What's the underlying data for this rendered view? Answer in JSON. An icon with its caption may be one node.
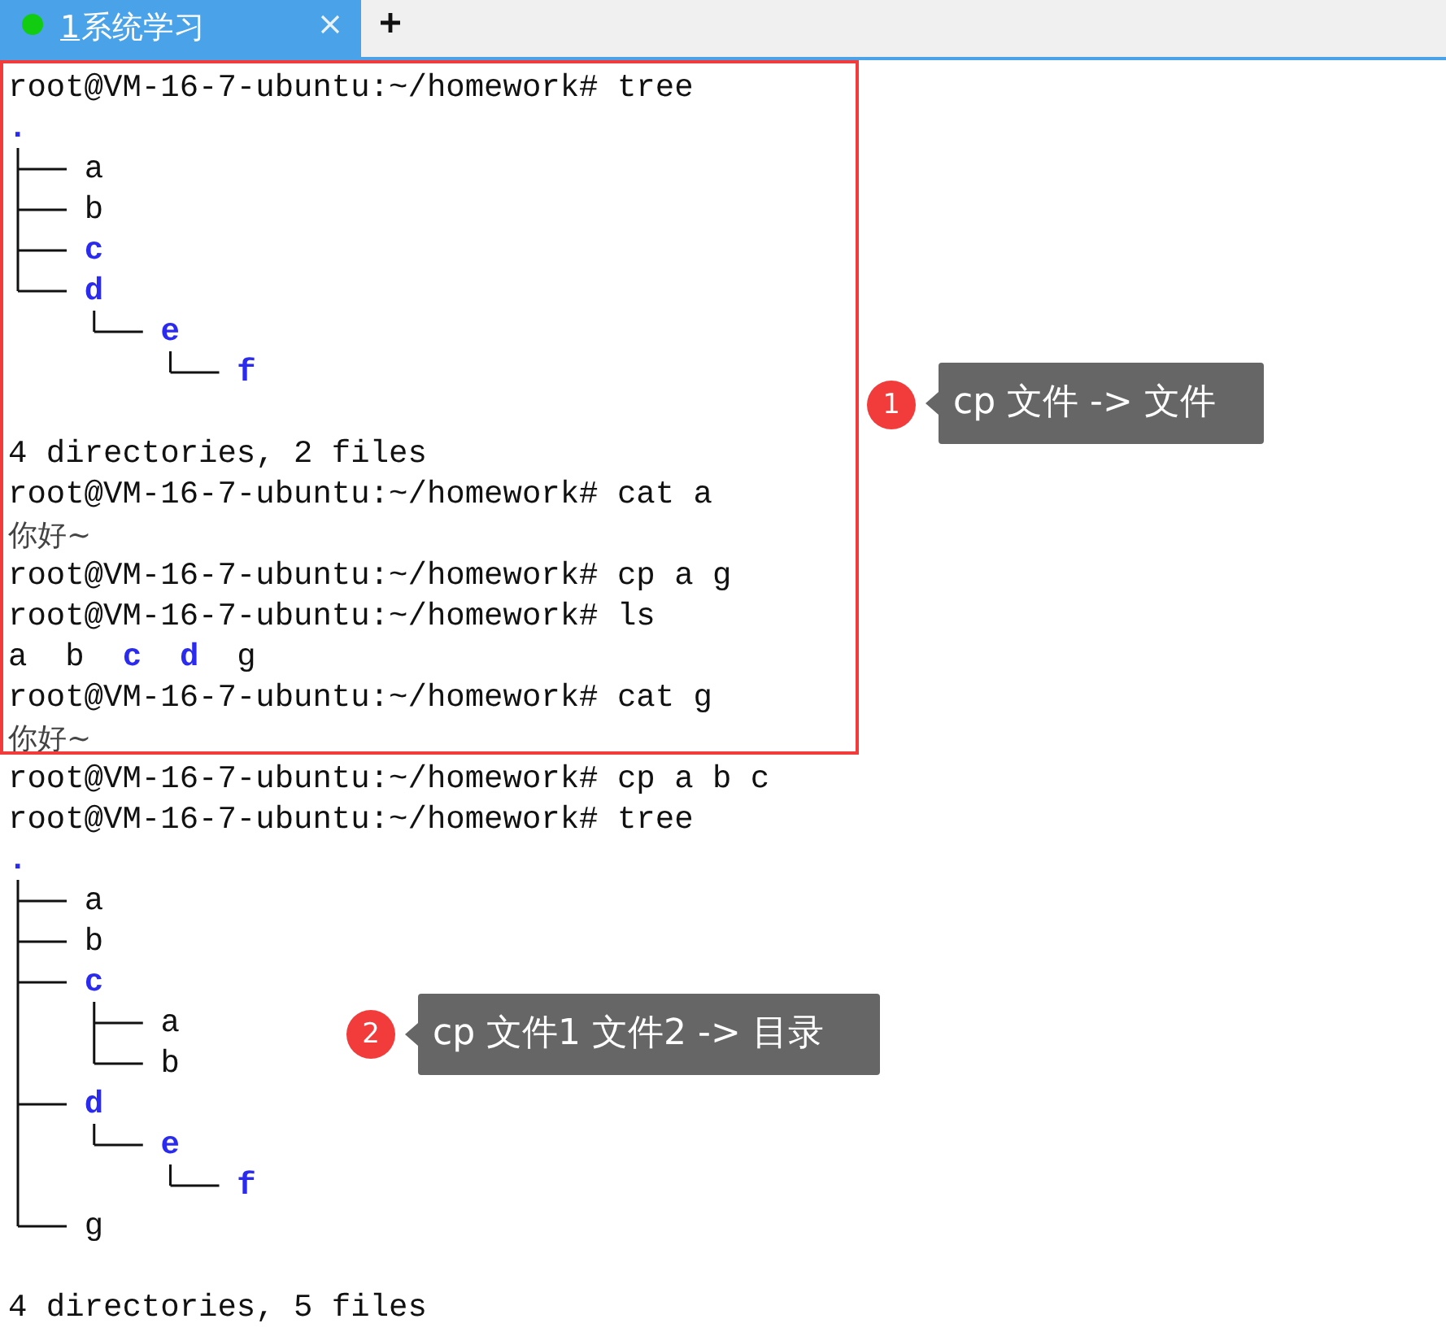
{
  "diagram": {
    "nodes": [
      {
        "text": [],
        "shape": "box"
      },
      {
        "text": [
          "cp 文件 -> 文件"
        ],
        "beside": [
          "1"
        ]
      },
      {
        "text": [
          "cp 文件1 文件2 -> 目录"
        ],
        "beside": [
          "2"
        ]
      }
    ],
    "labels": [
      "1",
      "系统学习",
      "root@VM-16-7-ubuntu:~/homework# tree",
      ".",
      "a",
      "b",
      "c",
      "d",
      "e",
      "f",
      "4 directories, 2 files",
      "root@VM-16-7-ubuntu:~/homework# cat a",
      "你好~",
      "root@VM-16-7-ubuntu:~/homework# cp a g",
      "root@VM-16-7-ubuntu:~/homework# ls",
      "a",
      "b",
      "c",
      "d",
      "g",
      "root@VM-16-7-ubuntu:~/homework# cat g",
      "你好~",
      "root@VM-16-7-ubuntu:~/homework# cp a b c",
      "root@VM-16-7-ubuntu:~/homework# tree",
      ".",
      "a",
      "b",
      "c",
      "a",
      "b",
      "d",
      "e",
      "f",
      "g",
      "4 directories, 5 files"
    ]
  }
}
